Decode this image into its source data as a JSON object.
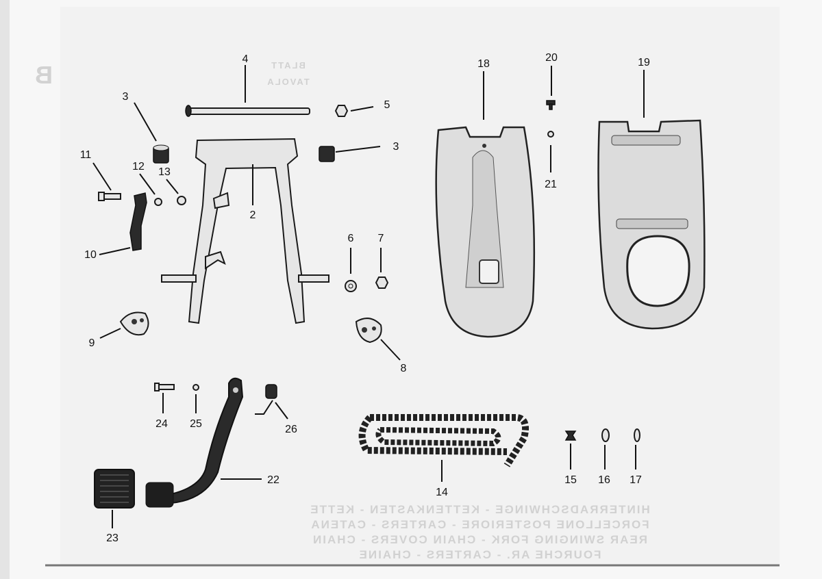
{
  "sheet": {
    "ghost_header": [
      "BLATT",
      "TAVOLA"
    ],
    "ghost_letter": "B",
    "ghost_titles": [
      "HINTERRADSCHWINGE - KETTENKASTEN - KETTE",
      "FORCELLONE POSTERIORE - CARTERS - CATENA",
      "REAR SWINGING FORK - CHAIN COVERS - CHAIN",
      "FOURCHE AR. - CARTERS - CHAINE"
    ]
  },
  "callouts": {
    "p2": "2",
    "p3a": "3",
    "p3b": "3",
    "p4": "4",
    "p5": "5",
    "p6": "6",
    "p7": "7",
    "p8": "8",
    "p9": "9",
    "p10": "10",
    "p11": "11",
    "p12": "12",
    "p13": "13",
    "p14": "14",
    "p15": "15",
    "p16": "16",
    "p17": "17",
    "p18": "18",
    "p19": "19",
    "p20": "20",
    "p21": "21",
    "p22": "22",
    "p23": "23",
    "p24": "24",
    "p25": "25",
    "p26": "26"
  }
}
